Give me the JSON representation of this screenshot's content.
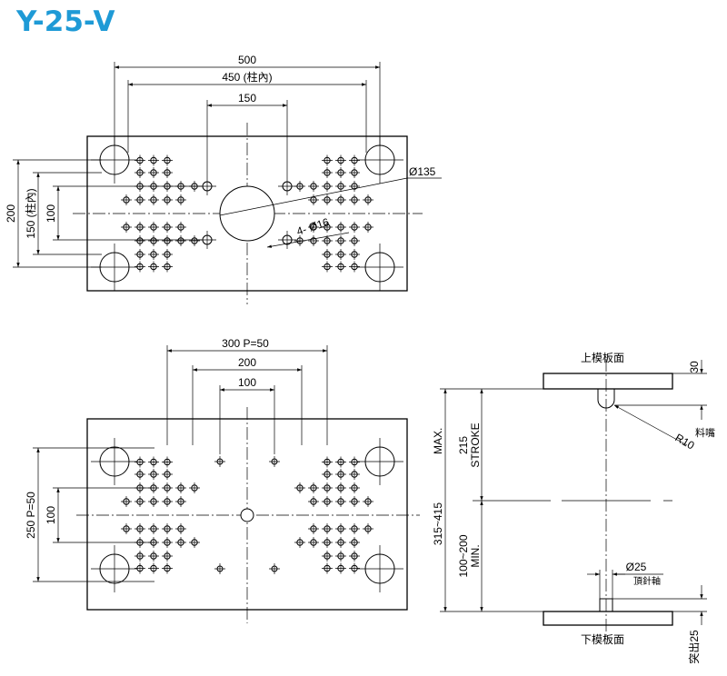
{
  "model": "Y-25-V",
  "colors": {
    "title": "#1e9ad6",
    "line": "#000000"
  },
  "top_view": {
    "dim_overall": "500",
    "dim_between_tie_bars": "450 (柱內)",
    "dim_center_holes": "150",
    "dim_height": "200",
    "dim_height_between_tie_bars": "150 (柱內)",
    "dim_hole_spacing_v": "100",
    "center_hole_dia": "Ø135",
    "mount_holes": "4- Ø16"
  },
  "bottom_view": {
    "dim_pitch_span": "300 P=50",
    "dim_mid": "200",
    "dim_inner": "100",
    "dim_height_pitch": "250 P=50",
    "dim_v_inner": "100"
  },
  "side_view": {
    "upper_platen_label": "上模板面",
    "lower_platen_label": "下模板面",
    "dim_30": "30",
    "nozzle_radius": "R10",
    "nozzle_label": "料嘴",
    "stroke_value": "215",
    "stroke_label": "STROKE",
    "max_value": "315~415",
    "max_label": "MAX.",
    "min_value": "100~200",
    "min_label": "MIN.",
    "ejector_dia": "Ø25",
    "ejector_label": "頂針軸",
    "ejector_protrusion": "突出25"
  }
}
